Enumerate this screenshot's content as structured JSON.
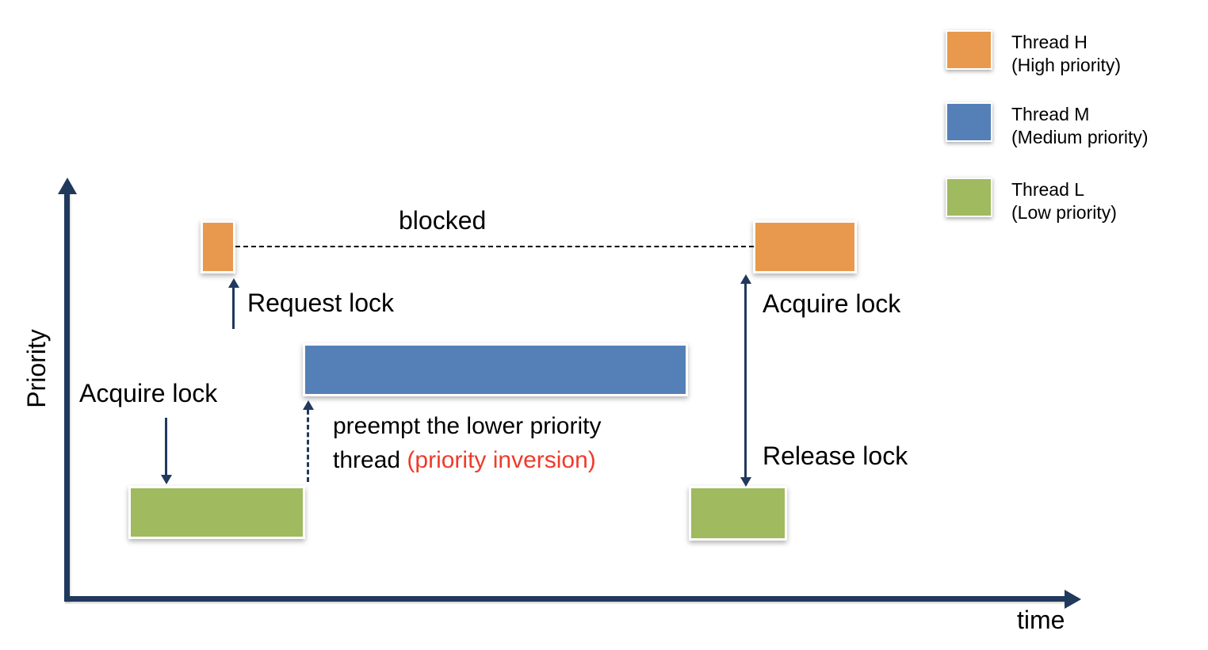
{
  "colors": {
    "thread_high": "#E8994E",
    "thread_medium": "#5580B7",
    "thread_low": "#9FBA5F",
    "axis_navy": "#20395C",
    "alert_red": "#EE3B2B"
  },
  "axes": {
    "y_label": "Priority",
    "x_label": "time"
  },
  "legend": {
    "items": [
      {
        "label": "Thread H",
        "sublabel": "(High priority)",
        "color": "#E8994E"
      },
      {
        "label": "Thread M",
        "sublabel": "(Medium priority)",
        "color": "#5580B7"
      },
      {
        "label": "Thread L",
        "sublabel": "(Low priority)",
        "color": "#9FBA5F"
      }
    ]
  },
  "annotations": {
    "blocked": "blocked",
    "request_lock": "Request lock",
    "acquire_lock_left": "Acquire lock",
    "acquire_lock_right": "Acquire lock",
    "release_lock": "Release lock",
    "preempt_line1": "preempt the lower priority",
    "preempt_line2_prefix": "thread ",
    "preempt_line2_highlight": "(priority inversion)"
  },
  "diagram": {
    "type": "thread-priority-timeline",
    "segments": [
      {
        "id": "thread-h-start",
        "thread": "Thread H",
        "color_key": "thread_high",
        "annotation": "Request lock"
      },
      {
        "id": "thread-h-after-acquire",
        "thread": "Thread H",
        "color_key": "thread_high",
        "annotation": "Acquire lock"
      },
      {
        "id": "thread-m-preempt",
        "thread": "Thread M",
        "color_key": "thread_medium",
        "annotation": "preempt the lower priority thread (priority inversion)"
      },
      {
        "id": "thread-l-start",
        "thread": "Thread L",
        "color_key": "thread_low",
        "annotation": "Acquire lock"
      },
      {
        "id": "thread-l-resume",
        "thread": "Thread L",
        "color_key": "thread_low",
        "annotation": "Release lock"
      }
    ]
  }
}
